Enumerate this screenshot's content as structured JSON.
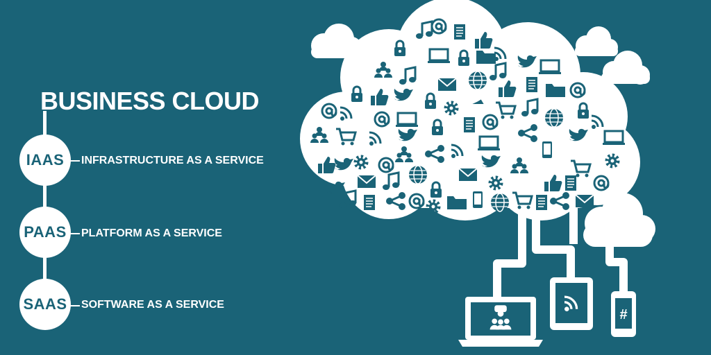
{
  "title": "BUSINESS CLOUD",
  "items": [
    {
      "abbr": "IAAS",
      "label": "INFRASTRUCTURE AS A SERVICE"
    },
    {
      "abbr": "PAAS",
      "label": "PLATFORM AS A SERVICE"
    },
    {
      "abbr": "SAAS",
      "label": "SOFTWARE AS A SERVICE"
    }
  ],
  "colors": {
    "background": "#1a6377",
    "foreground": "#ffffff"
  },
  "icons": {
    "laptop_screen": "people-chat-icon",
    "tablet_screen": "wifi-icon",
    "phone_screen": "#"
  }
}
